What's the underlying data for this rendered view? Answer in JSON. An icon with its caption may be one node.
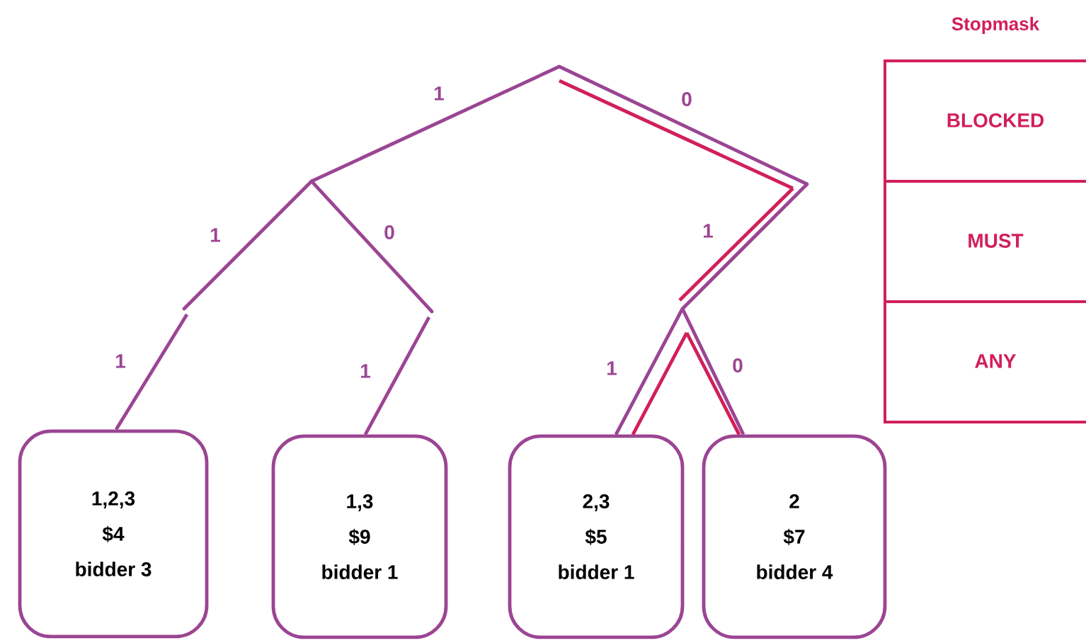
{
  "diagram": {
    "nodes": [
      {
        "text": [],
        "shape": "point"
      },
      {
        "text": [],
        "shape": "point"
      },
      {
        "text": [],
        "shape": "point"
      },
      {
        "text": [],
        "shape": "point"
      },
      {
        "text": [],
        "shape": "point"
      },
      {
        "text": [],
        "shape": "point"
      },
      {
        "text": [
          "1,2,3",
          "$4",
          "bidder 3"
        ]
      },
      {
        "text": [
          "1,3",
          "$9",
          "bidder 1"
        ]
      },
      {
        "text": [
          "2,3",
          "$5",
          "bidder 1"
        ]
      },
      {
        "text": [
          "2",
          "$7",
          "bidder 4"
        ]
      }
    ],
    "edges": [
      {
        "from": 0,
        "to": 1,
        "arrow": "none",
        "label": "1"
      },
      {
        "from": 0,
        "to": 2,
        "arrow": "none",
        "label": "0"
      },
      {
        "from": 1,
        "to": 3,
        "arrow": "none",
        "label": "1"
      },
      {
        "from": 1,
        "to": 4,
        "arrow": "none",
        "label": "0"
      },
      {
        "from": 2,
        "to": 5,
        "arrow": "none",
        "label": "1"
      },
      {
        "from": 3,
        "to": 6,
        "arrow": "none",
        "label": "1"
      },
      {
        "from": 4,
        "to": 7,
        "arrow": "none",
        "label": "1"
      },
      {
        "from": 5,
        "to": 8,
        "arrow": "none",
        "label": "1"
      },
      {
        "from": 5,
        "to": 9,
        "arrow": "none",
        "label": "0"
      },
      {
        "from": 0,
        "to": 2,
        "arrow": "none",
        "color": "#d11f5a"
      },
      {
        "from": 2,
        "to": 5,
        "arrow": "none",
        "color": "#d11f5a"
      },
      {
        "from": 5,
        "to": 8,
        "arrow": "none",
        "color": "#d11f5a"
      },
      {
        "from": 5,
        "to": 9,
        "arrow": "none",
        "color": "#d11f5a"
      }
    ],
    "labels": [
      "Stopmask",
      "BLOCKED",
      "MUST",
      "ANY"
    ]
  }
}
